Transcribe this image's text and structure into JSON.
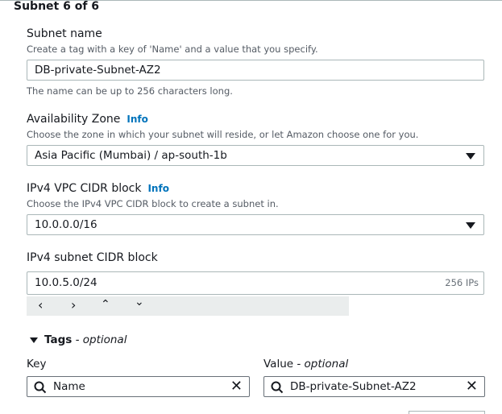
{
  "section": {
    "title": "Subnet 6 of 6"
  },
  "subnet_name": {
    "label": "Subnet name",
    "description": "Create a tag with a key of 'Name' and a value that you specify.",
    "value": "DB-private-Subnet-AZ2",
    "hint": "The name can be up to 256 characters long."
  },
  "availability_zone": {
    "label": "Availability Zone",
    "info": "Info",
    "description": "Choose the zone in which your subnet will reside, or let Amazon choose one for you.",
    "value": "Asia Pacific (Mumbai) / ap-south-1b"
  },
  "vpc_cidr": {
    "label": "IPv4 VPC CIDR block",
    "info": "Info",
    "description": "Choose the IPv4 VPC CIDR block to create a subnet in.",
    "value": "10.0.0.0/16"
  },
  "subnet_cidr": {
    "label": "IPv4 subnet CIDR block",
    "value": "10.0.5.0/24",
    "ip_count": "256 IPs"
  },
  "pager": {
    "prev": "<",
    "next": ">",
    "up": "^",
    "down": "v"
  },
  "tags": {
    "toggle_label": "Tags",
    "toggle_optional": " - optional",
    "key_label": "Key",
    "value_label": "Value",
    "value_optional": " - optional",
    "key": "Name",
    "value": "DB-private-Subnet-AZ2",
    "clear_glyph": "✕"
  },
  "icons": {
    "search": "search-icon",
    "caret": "caret-down-icon",
    "clear": "close-icon"
  }
}
